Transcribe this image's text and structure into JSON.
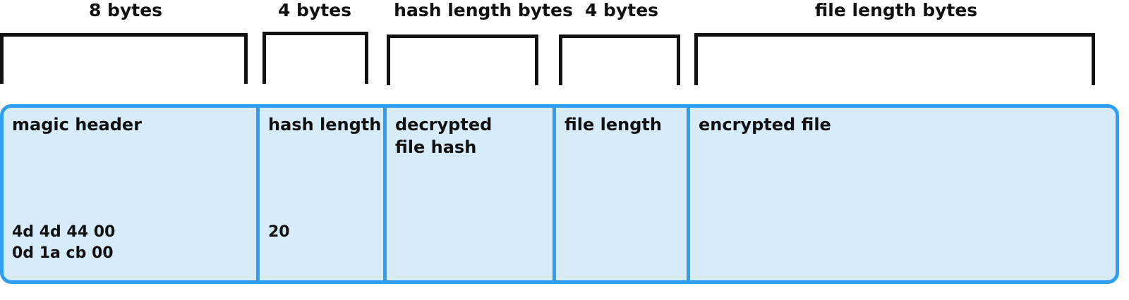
{
  "size_labels": {
    "magic": "8 bytes",
    "hash_len": "4 bytes",
    "hash": "hash length bytes",
    "file_len": "4 bytes",
    "file": "file length bytes"
  },
  "fields": {
    "magic": {
      "name": "magic header",
      "value": "4d 4d 44 00\n0d 1a cb 00"
    },
    "hash_len": {
      "name": "hash length",
      "value": "20"
    },
    "hash": {
      "name": "decrypted\nfile hash"
    },
    "file_len": {
      "name": "file length"
    },
    "file": {
      "name": "encrypted file"
    }
  },
  "colors": {
    "box_fill": "#d6ecfb",
    "box_border": "#2f9ef2",
    "bracket": "#111111"
  }
}
